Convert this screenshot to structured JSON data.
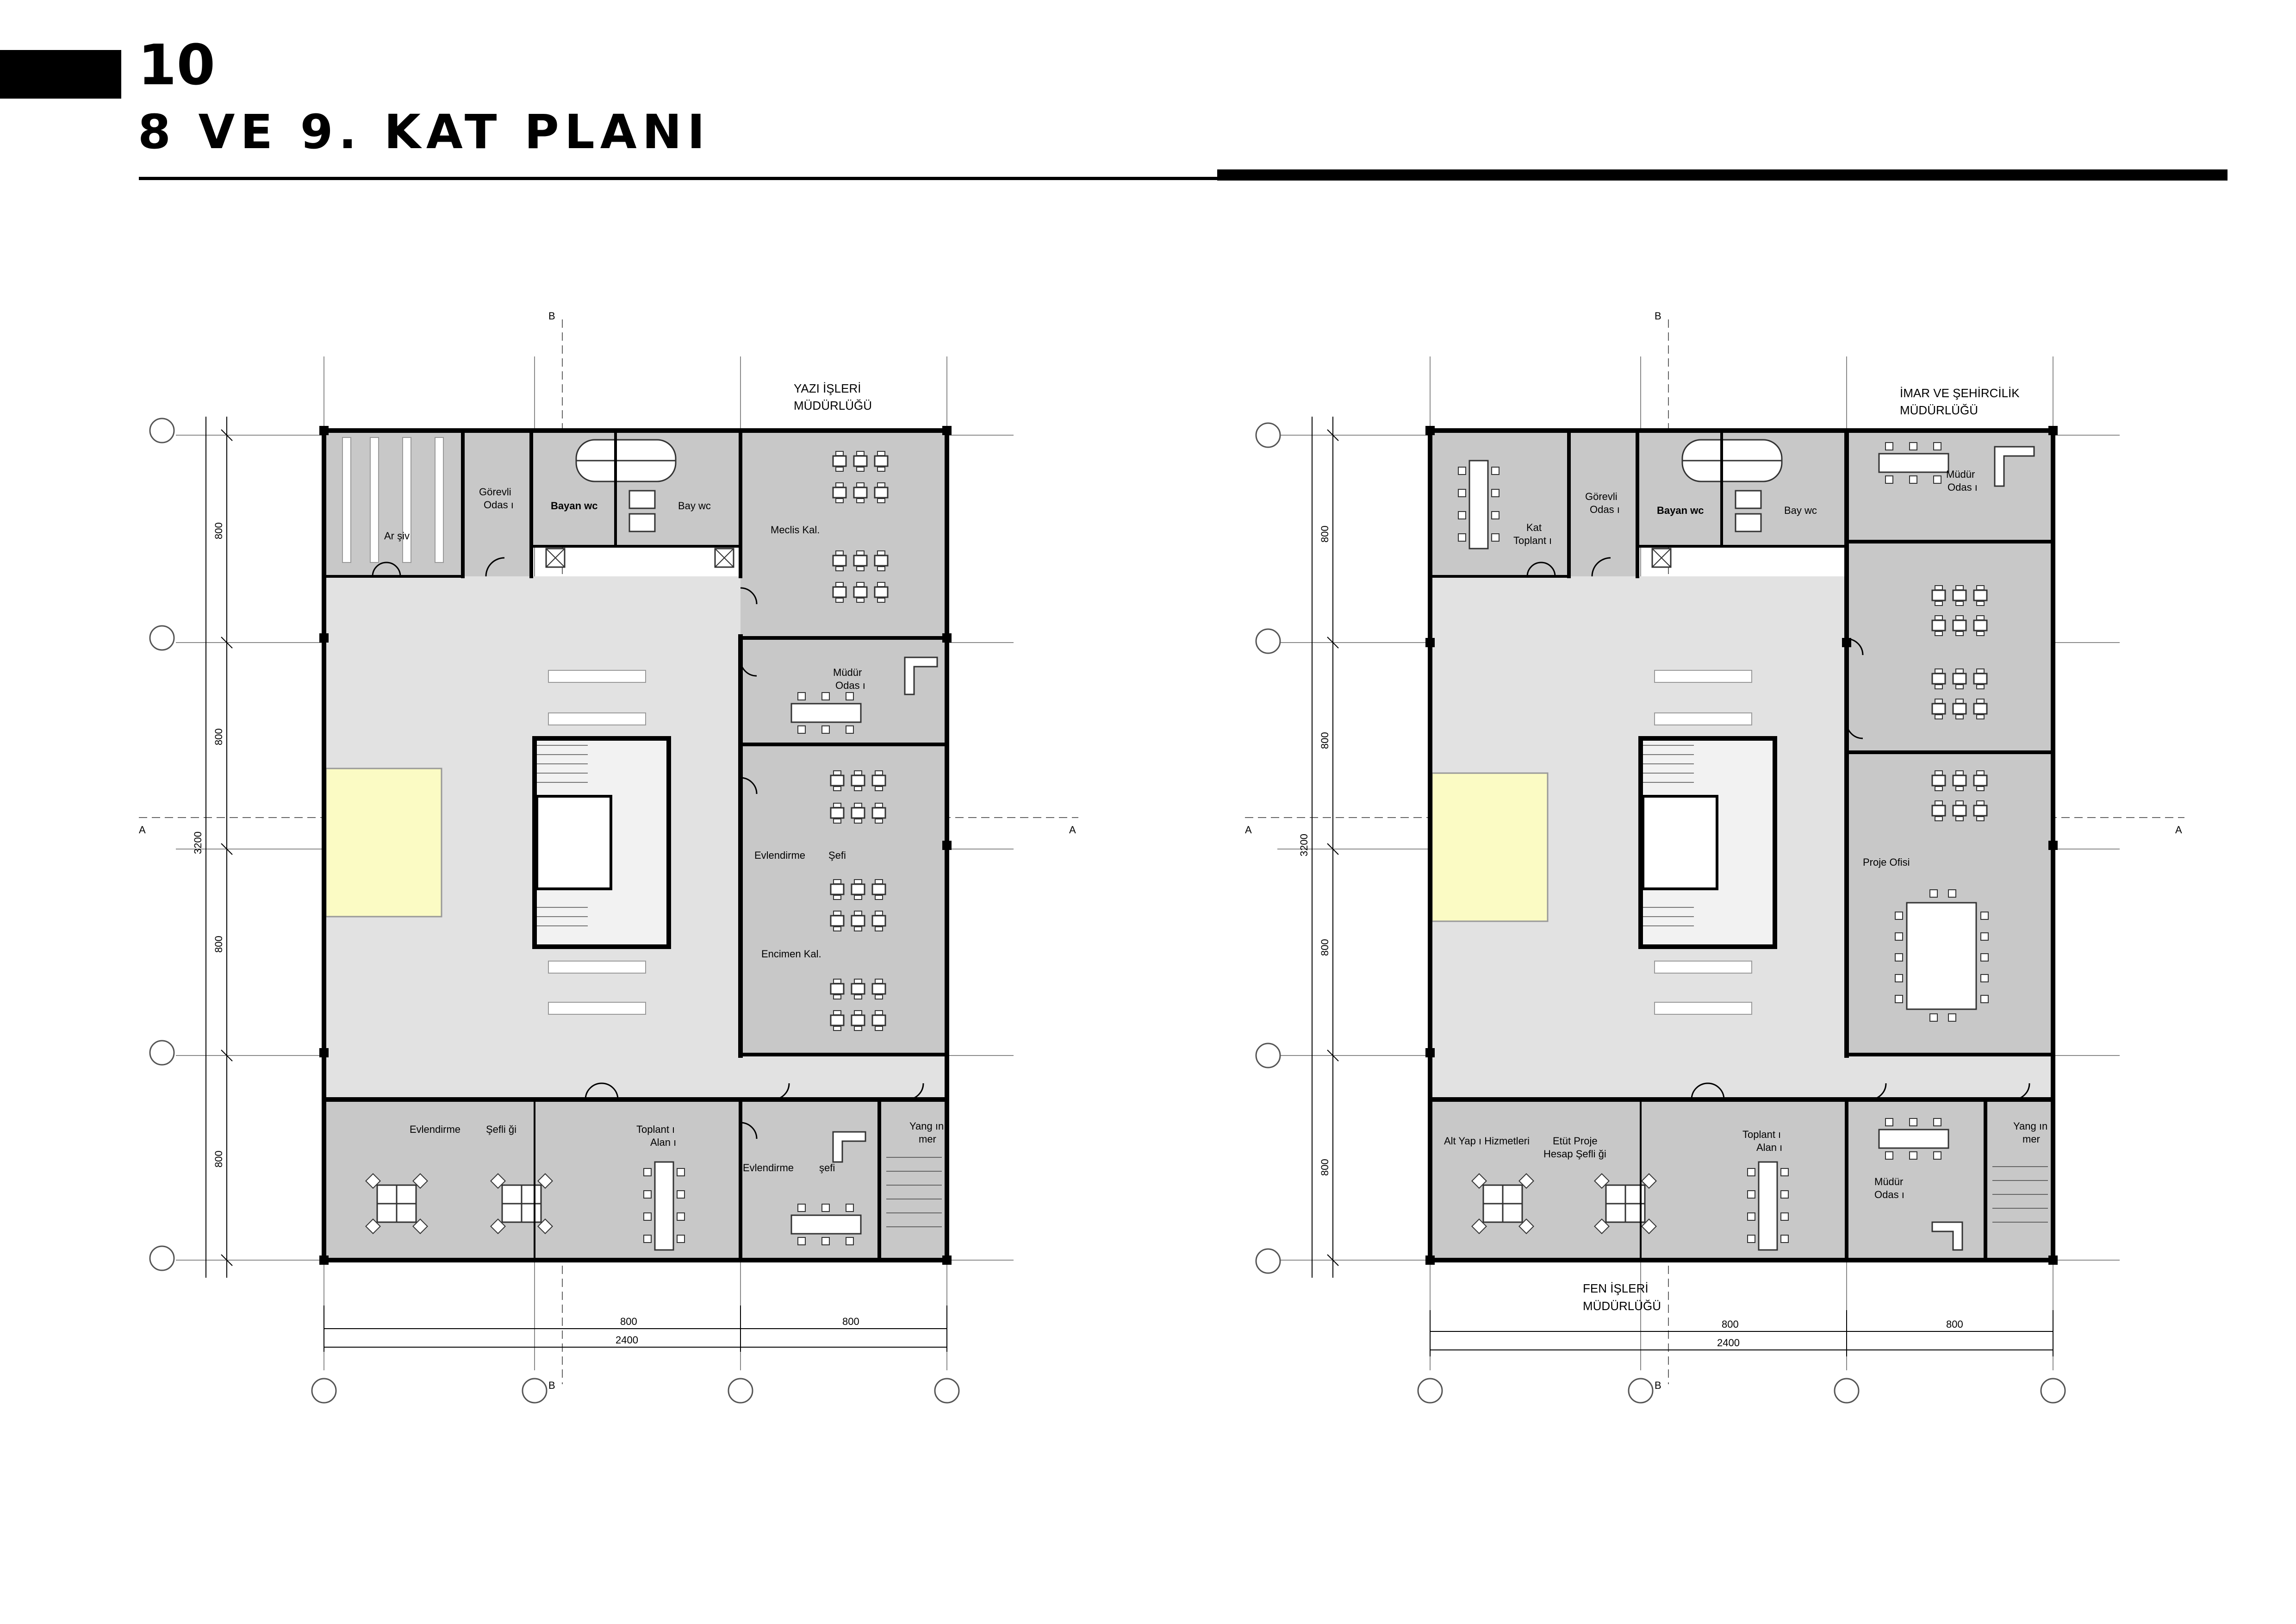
{
  "header": {
    "page_number": "10",
    "title": "8 VE 9. KAT PLANI"
  },
  "colors": {
    "room_fill": "#c8c8c8",
    "hall_fill": "#e2e2e2",
    "void_fill": "#fbfbc4",
    "wall": "#000000",
    "axis": "#7a7a7a"
  },
  "plans": [
    {
      "id": "left",
      "section_marks": {
        "a": "A",
        "b": "B"
      },
      "dims": {
        "v1": "800",
        "v2": "800",
        "v3": "800",
        "v4": "800",
        "total": "3200",
        "h1": "800",
        "h2": "800",
        "total_h": "2400"
      },
      "heading": {
        "line1": "YAZI İŞLERİ",
        "line2": "MÜDÜRLÜĞÜ"
      },
      "rooms": {
        "arsiv": "Ar şiv",
        "gorevli_1": "Görevli",
        "gorevli_2": "Odas ı",
        "bayan_wc": "Bayan wc",
        "bay_wc": "Bay wc",
        "meclis": "Meclis Kal.",
        "mudur_1": "Müdür",
        "mudur_2": "Odas ı",
        "evl_sefi_1": "Evlendirme",
        "evl_sefi_2": "Şefi",
        "encimen": "Encimen Kal.",
        "evl_sefligi_1": "Evlendirme",
        "evl_sefligi_2": "Şefli ği",
        "toplanti_1": "Toplant ı",
        "toplanti_2": "Alan ı",
        "evl_sefi_b1": "Evlendirme",
        "evl_sefi_b2": "şefi",
        "yangin_1": "Yang ın",
        "yangin_2": "mer"
      }
    },
    {
      "id": "right",
      "section_marks": {
        "a": "A",
        "b": "B"
      },
      "dims": {
        "v1": "800",
        "v2": "800",
        "v3": "800",
        "v4": "800",
        "total": "3200",
        "h1": "800",
        "h2": "800",
        "total_h": "2400"
      },
      "heading": {
        "line1": "İMAR VE ŞEHİRCİLİK",
        "line2": "MÜDÜRLÜĞÜ"
      },
      "heading_bottom": {
        "line1": "FEN İŞLERİ",
        "line2": "MÜDÜRLÜĞÜ"
      },
      "rooms": {
        "kat_toplanti_1": "Kat",
        "kat_toplanti_2": "Toplant ı",
        "gorevli_1": "Görevli",
        "gorevli_2": "Odas ı",
        "bayan_wc": "Bayan wc",
        "bay_wc": "Bay wc",
        "mudur_1": "Müdür",
        "mudur_2": "Odas ı",
        "proje": "Proje Ofisi",
        "altyapi_1": "Alt Yap ı Hizmetleri",
        "etut_1": "Etüt Proje",
        "etut_2": "Hesap  Şefli ği",
        "toplanti_1": "Toplant ı",
        "toplanti_2": "Alan ı",
        "mudur_b1": "Müdür",
        "mudur_b2": "Odas ı",
        "yangin_1": "Yang ın",
        "yangin_2": "mer"
      }
    }
  ]
}
